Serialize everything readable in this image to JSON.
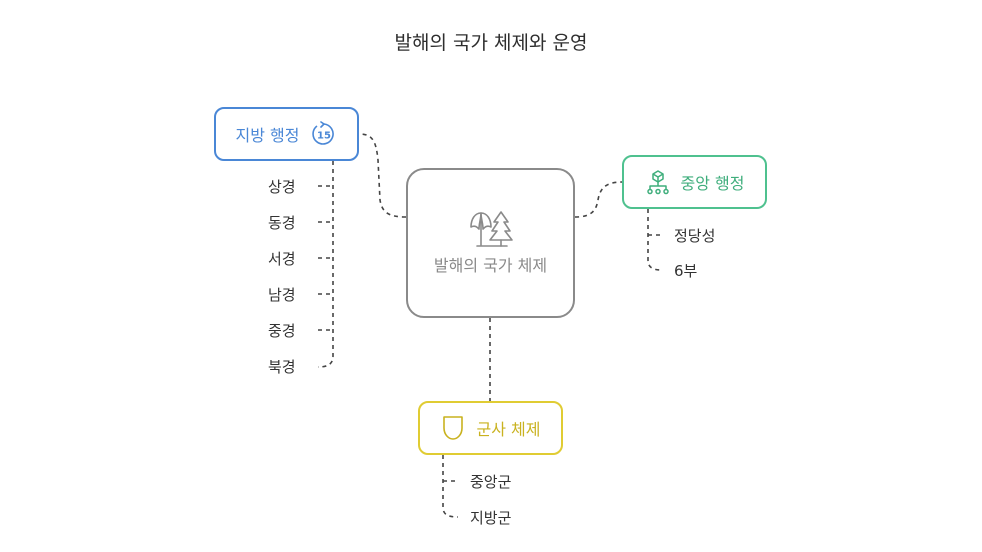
{
  "title": "발해의 국가 체제와 운영",
  "center": {
    "label": "발해의 국가 체제",
    "icon": "trees-icon"
  },
  "local": {
    "label": "지방 행정",
    "icon": "fifteen-badge-icon",
    "icon_text": "15",
    "color": "#4a87d6",
    "items": [
      "상경",
      "동경",
      "서경",
      "남경",
      "중경",
      "북경"
    ]
  },
  "central": {
    "label": "중앙 행정",
    "icon": "hierarchy-icon",
    "color": "#4fc18f",
    "items": [
      "정당성",
      "6부"
    ]
  },
  "military": {
    "label": "군사 체제",
    "icon": "shield-icon",
    "color": "#e0cc33",
    "items": [
      "중앙군",
      "지방군"
    ]
  }
}
